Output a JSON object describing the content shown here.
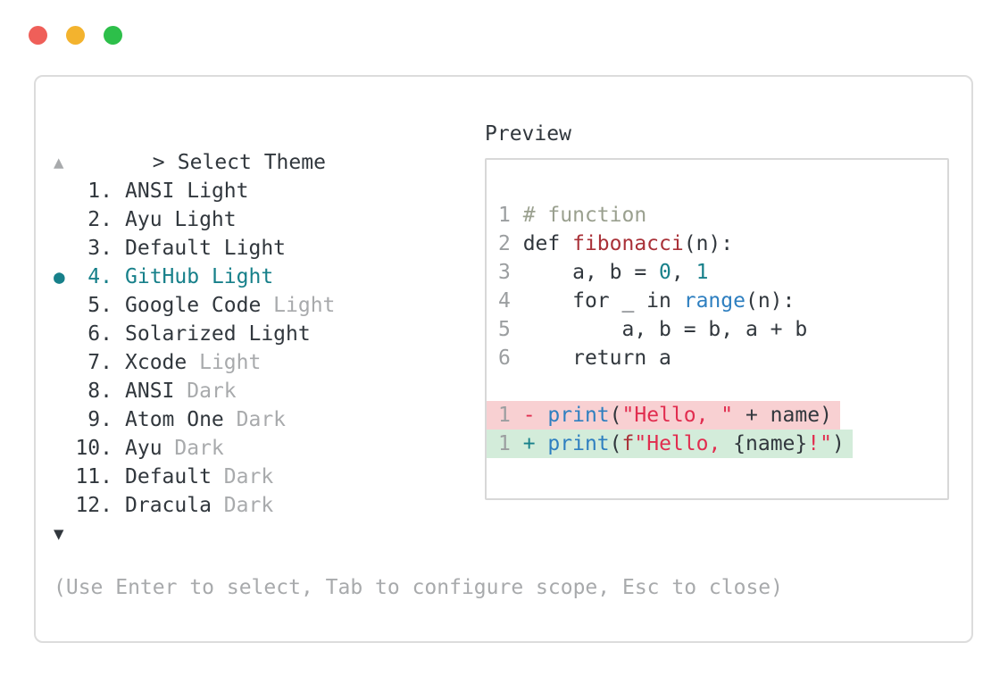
{
  "palette": {
    "ink": "#31373d",
    "muted": "#a8aaac",
    "linenum": "#9b9ea0",
    "teal": "#17808a",
    "keyword": "#a93138",
    "string": "#e12d4f",
    "builtin": "#2e7fc0",
    "comment": "#9aa08f",
    "removed-bg": "#f8d0d2",
    "added-bg": "#d3ecda",
    "panel-border": "#dcdcdc",
    "box-border": "#d8d8d8",
    "light-red": "#ef5f59",
    "light-yellow": "#f3b32e",
    "light-green": "#2dbf4a"
  },
  "prompt": {
    "symbol": ">",
    "title": "Select Theme"
  },
  "list": {
    "scroll_up_icon": "▲",
    "scroll_down_icon": "▼",
    "selected_marker": "●",
    "items": [
      {
        "number": "1.",
        "label": "ANSI Light",
        "name": "ANSI",
        "variant": "Light",
        "variant_muted": false,
        "selected": false
      },
      {
        "number": "2.",
        "label": "Ayu Light",
        "name": "Ayu",
        "variant": "Light",
        "variant_muted": false,
        "selected": false
      },
      {
        "number": "3.",
        "label": "Default Light",
        "name": "Default",
        "variant": "Light",
        "variant_muted": false,
        "selected": false
      },
      {
        "number": "4.",
        "label": "GitHub Light",
        "name": "GitHub",
        "variant": "Light",
        "variant_muted": false,
        "selected": true
      },
      {
        "number": "5.",
        "label": "Google Code Light",
        "name": "Google Code",
        "variant": "Light",
        "variant_muted": true,
        "selected": false
      },
      {
        "number": "6.",
        "label": "Solarized Light",
        "name": "Solarized",
        "variant": "Light",
        "variant_muted": false,
        "selected": false
      },
      {
        "number": "7.",
        "label": "Xcode Light",
        "name": "Xcode",
        "variant": "Light",
        "variant_muted": true,
        "selected": false
      },
      {
        "number": "8.",
        "label": "ANSI Dark",
        "name": "ANSI",
        "variant": "Dark",
        "variant_muted": true,
        "selected": false
      },
      {
        "number": "9.",
        "label": "Atom One Dark",
        "name": "Atom One",
        "variant": "Dark",
        "variant_muted": true,
        "selected": false
      },
      {
        "number": "10.",
        "label": "Ayu Dark",
        "name": "Ayu",
        "variant": "Dark",
        "variant_muted": true,
        "selected": false
      },
      {
        "number": "11.",
        "label": "Default Dark",
        "name": "Default",
        "variant": "Dark",
        "variant_muted": true,
        "selected": false
      },
      {
        "number": "12.",
        "label": "Dracula Dark",
        "name": "Dracula",
        "variant": "Dark",
        "variant_muted": true,
        "selected": false
      }
    ]
  },
  "preview": {
    "title": "Preview",
    "lines": [
      {
        "num": "1",
        "tokens": [
          {
            "t": "# function",
            "c": "comment"
          }
        ]
      },
      {
        "num": "2",
        "tokens": [
          {
            "t": "def ",
            "c": "code"
          },
          {
            "t": "fibonacci",
            "c": "keyword"
          },
          {
            "t": "(n):",
            "c": "code"
          }
        ]
      },
      {
        "num": "3",
        "tokens": [
          {
            "t": "    a, b = ",
            "c": "code"
          },
          {
            "t": "0",
            "c": "number"
          },
          {
            "t": ", ",
            "c": "code"
          },
          {
            "t": "1",
            "c": "number"
          }
        ]
      },
      {
        "num": "4",
        "tokens": [
          {
            "t": "    for _ in ",
            "c": "code"
          },
          {
            "t": "range",
            "c": "builtin"
          },
          {
            "t": "(n):",
            "c": "code"
          }
        ]
      },
      {
        "num": "5",
        "tokens": [
          {
            "t": "        a, b = b, a + b",
            "c": "code"
          }
        ]
      },
      {
        "num": "6",
        "tokens": [
          {
            "t": "    return a",
            "c": "code"
          }
        ]
      },
      {
        "num": "",
        "tokens": []
      },
      {
        "num": "1",
        "diff": "removed",
        "tokens": [
          {
            "t": "- ",
            "c": "diff-minus"
          },
          {
            "t": "print",
            "c": "builtin"
          },
          {
            "t": "(",
            "c": "code"
          },
          {
            "t": "\"Hello, \"",
            "c": "string"
          },
          {
            "t": " + name",
            "c": "code"
          },
          {
            "t": ")",
            "c": "code"
          }
        ]
      },
      {
        "num": "1",
        "diff": "added",
        "tokens": [
          {
            "t": "+ ",
            "c": "diff-plus"
          },
          {
            "t": "print",
            "c": "builtin"
          },
          {
            "t": "(",
            "c": "code"
          },
          {
            "t": "f",
            "c": "keyword"
          },
          {
            "t": "\"Hello, ",
            "c": "string"
          },
          {
            "t": "{name}",
            "c": "code"
          },
          {
            "t": "!\"",
            "c": "string"
          },
          {
            "t": ")",
            "c": "code"
          }
        ]
      }
    ]
  },
  "footer": {
    "hint": "(Use Enter to select, Tab to configure scope, Esc to close)"
  }
}
